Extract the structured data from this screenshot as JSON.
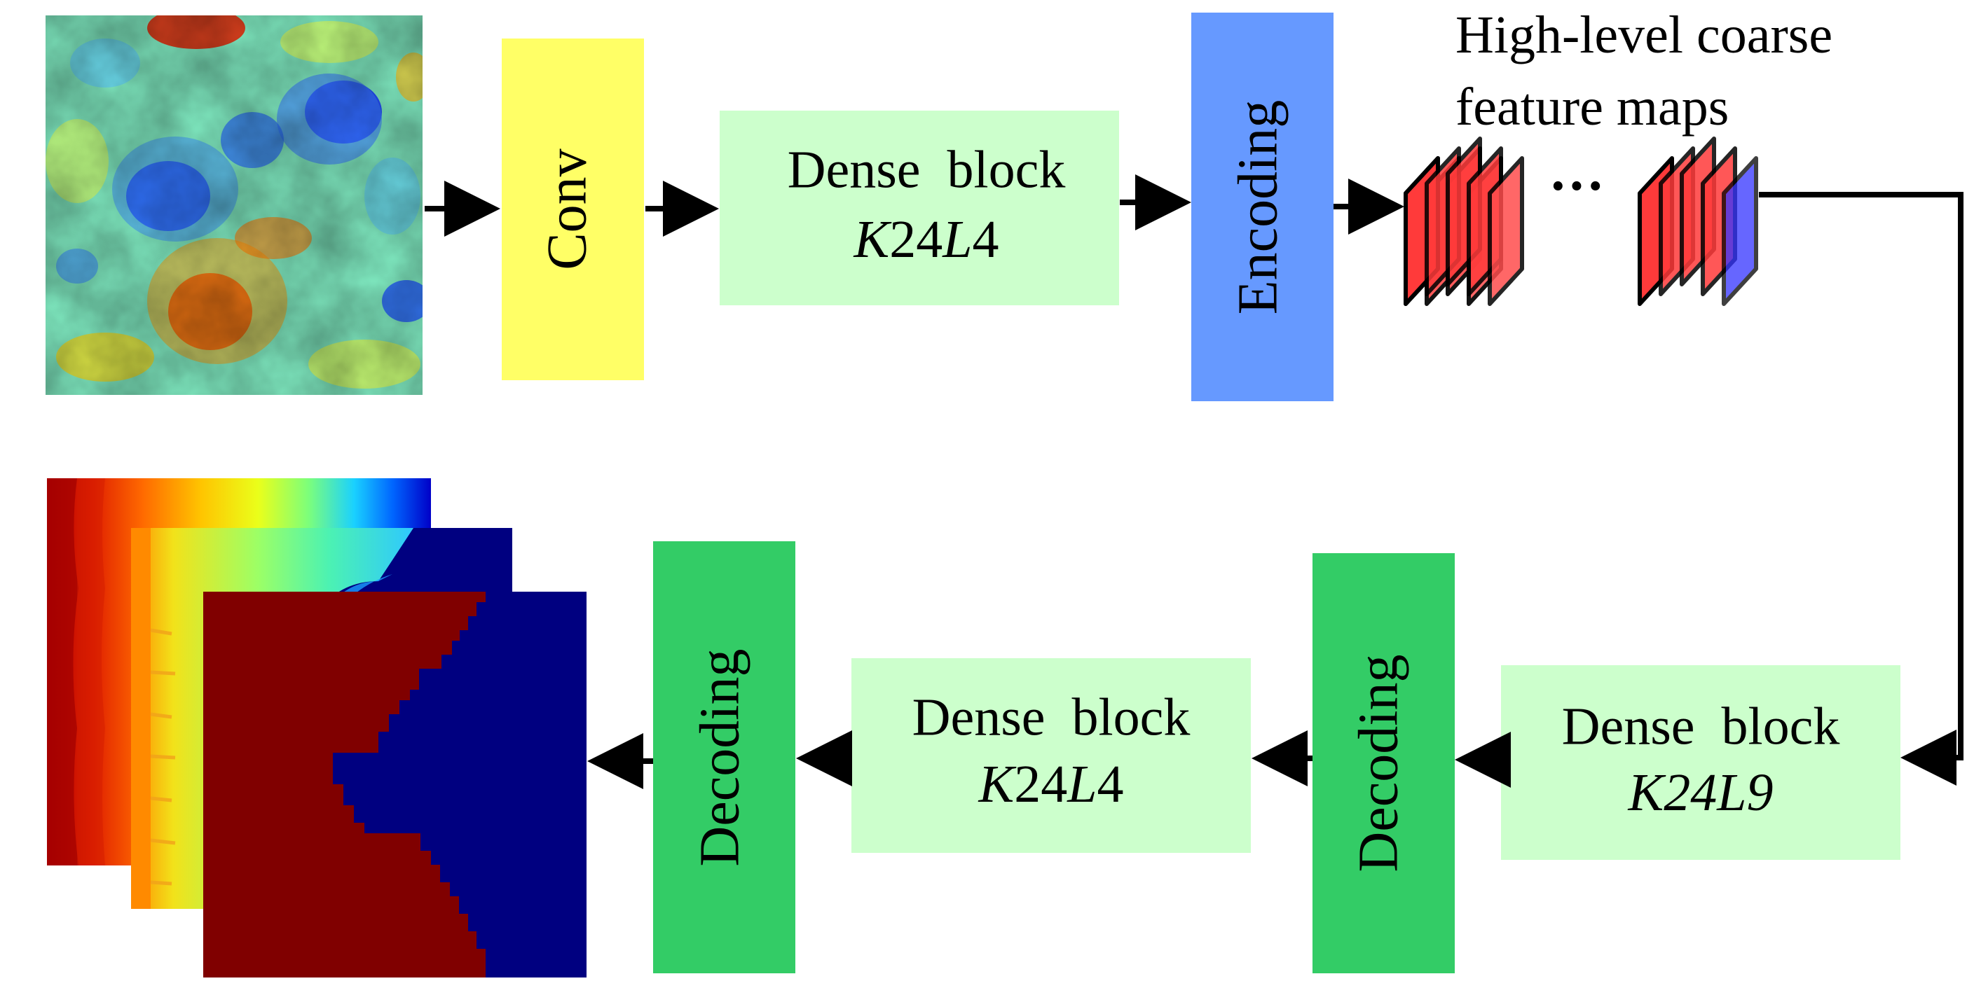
{
  "nodes": {
    "conv": {
      "label": "Conv",
      "color": "#ffff66"
    },
    "dense1": {
      "line1": "Dense  block",
      "k": "K",
      "k_num": "24",
      "l": "L",
      "l_num": "4",
      "color": "#ccffcc"
    },
    "encoding": {
      "label": "Encoding",
      "color": "#6699ff"
    },
    "feature_maps": {
      "line1": "High-level coarse",
      "line2": "feature maps",
      "ellipsis": "···",
      "map_color": "#ff4d4d",
      "highlight_color": "#3333ff"
    },
    "dense_k24l9": {
      "line1": "Dense  block",
      "k": "K",
      "k_num": "24",
      "l": "L",
      "l_num": "9",
      "color": "#ccffcc"
    },
    "decoding2": {
      "label": "Decoding",
      "color": "#33cc66"
    },
    "dense_k24l4_bottom": {
      "line1": "Dense  block",
      "k": "K",
      "k_num": "24",
      "l": "L",
      "l_num": "4",
      "color": "#ccffcc"
    },
    "decoding1": {
      "label": "Decoding",
      "color": "#33cc66"
    }
  },
  "colors": {
    "arrow": "#000000",
    "out_dark_red": "#800000",
    "out_navy": "#000080"
  }
}
